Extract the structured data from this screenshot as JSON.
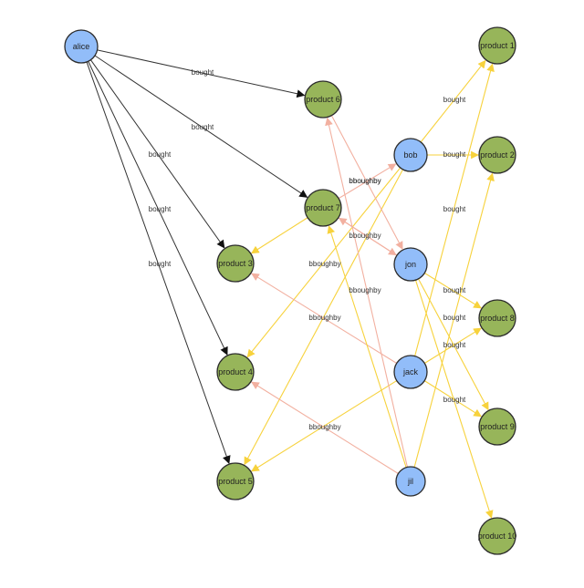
{
  "colors": {
    "user_fill": "#92bdf9",
    "product_fill": "#97b55a",
    "node_stroke": "#2b2b2b",
    "edge_black": "#333333",
    "edge_yellow": "#f7d23c",
    "edge_salmon": "#f2b0a0"
  },
  "graph": {
    "nodes": [
      {
        "id": "alice",
        "label": "alice",
        "kind": "user"
      },
      {
        "id": "bob",
        "label": "bob",
        "kind": "user"
      },
      {
        "id": "jon",
        "label": "jon",
        "kind": "user"
      },
      {
        "id": "jack",
        "label": "jack",
        "kind": "user"
      },
      {
        "id": "jil",
        "label": "jil",
        "kind": "user"
      },
      {
        "id": "p1",
        "label": "product 1",
        "kind": "product"
      },
      {
        "id": "p2",
        "label": "product 2",
        "kind": "product"
      },
      {
        "id": "p3",
        "label": "product 3",
        "kind": "product"
      },
      {
        "id": "p4",
        "label": "product 4",
        "kind": "product"
      },
      {
        "id": "p5",
        "label": "product 5",
        "kind": "product"
      },
      {
        "id": "p6",
        "label": "product 6",
        "kind": "product"
      },
      {
        "id": "p7",
        "label": "product 7",
        "kind": "product"
      },
      {
        "id": "p8",
        "label": "product 8",
        "kind": "product"
      },
      {
        "id": "p9",
        "label": "product 9",
        "kind": "product"
      },
      {
        "id": "p10",
        "label": "product 10",
        "kind": "product"
      }
    ],
    "edges": [
      {
        "from": "alice",
        "to": "p6",
        "label": "bought",
        "color": "black"
      },
      {
        "from": "alice",
        "to": "p7",
        "label": "bought",
        "color": "black"
      },
      {
        "from": "alice",
        "to": "p3",
        "label": "bought",
        "color": "black"
      },
      {
        "from": "alice",
        "to": "p4",
        "label": "bought",
        "color": "black"
      },
      {
        "from": "alice",
        "to": "p5",
        "label": "bought",
        "color": "black"
      },
      {
        "from": "bob",
        "to": "p1",
        "label": "bought",
        "color": "yellow"
      },
      {
        "from": "bob",
        "to": "p2",
        "label": "bought",
        "color": "yellow"
      },
      {
        "from": "bob",
        "to": "p4",
        "label": "",
        "color": "yellow"
      },
      {
        "from": "bob",
        "to": "p5",
        "label": "",
        "color": "yellow"
      },
      {
        "from": "p7",
        "to": "bob",
        "label": "bboughby",
        "color": "salmon"
      },
      {
        "from": "jon",
        "to": "p7",
        "label": "bboughby",
        "color": "salmon"
      },
      {
        "from": "jon",
        "to": "p8",
        "label": "bought",
        "color": "yellow"
      },
      {
        "from": "jon",
        "to": "p9",
        "label": "bought",
        "color": "yellow"
      },
      {
        "from": "jon",
        "to": "p10",
        "label": "",
        "color": "yellow"
      },
      {
        "from": "p7",
        "to": "jon",
        "label": "",
        "color": "salmon"
      },
      {
        "from": "p6",
        "to": "jon",
        "label": "",
        "color": "salmon"
      },
      {
        "from": "p7",
        "to": "p3",
        "label": "",
        "color": "yellow"
      },
      {
        "from": "jack",
        "to": "p3",
        "label": "bboughby",
        "color": "salmon"
      },
      {
        "from": "jack",
        "to": "p8",
        "label": "bought",
        "color": "yellow"
      },
      {
        "from": "jack",
        "to": "p9",
        "label": "bought",
        "color": "yellow"
      },
      {
        "from": "jack",
        "to": "p5",
        "label": "",
        "color": "yellow"
      },
      {
        "from": "jack",
        "to": "p1",
        "label": "bought",
        "color": "yellow"
      },
      {
        "from": "jil",
        "to": "p4",
        "label": "bboughby",
        "color": "salmon"
      },
      {
        "from": "jil",
        "to": "p6",
        "label": "",
        "color": "salmon"
      },
      {
        "from": "jil",
        "to": "p2",
        "label": "",
        "color": "yellow"
      },
      {
        "from": "jil",
        "to": "p7",
        "label": "",
        "color": "yellow"
      }
    ],
    "extra_labels": [
      "bboughby",
      "bboughby",
      "bboughby"
    ]
  }
}
